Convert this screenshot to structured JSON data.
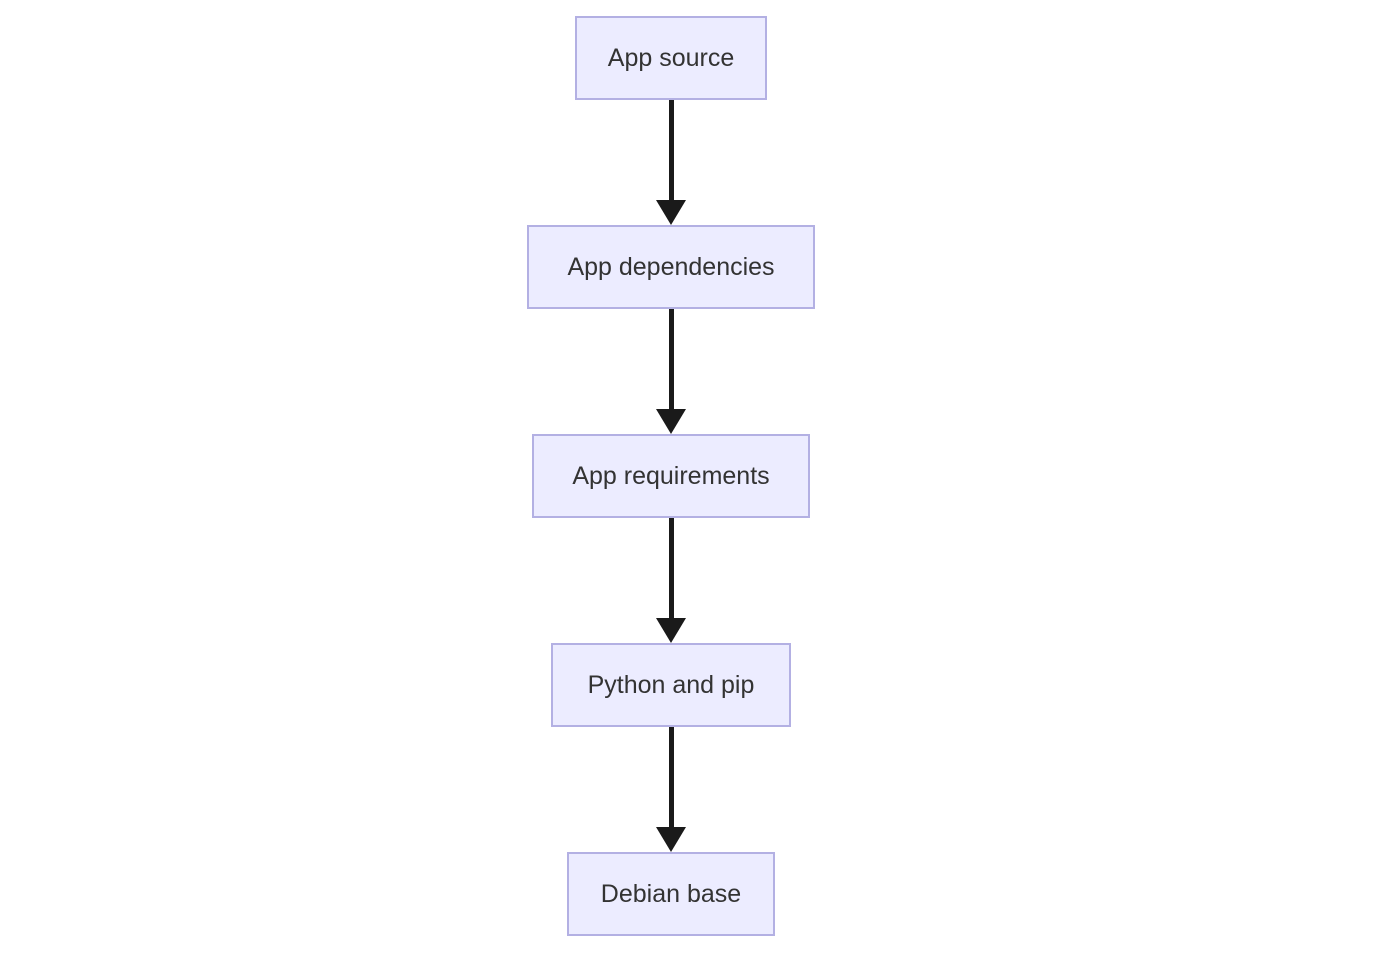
{
  "diagram": {
    "type": "flowchart",
    "direction": "top-down",
    "nodes": [
      {
        "id": "app-source",
        "label": "App source"
      },
      {
        "id": "app-dependencies",
        "label": "App dependencies"
      },
      {
        "id": "app-requirements",
        "label": "App requirements"
      },
      {
        "id": "python-and-pip",
        "label": "Python and pip"
      },
      {
        "id": "debian-base",
        "label": "Debian base"
      }
    ],
    "edges": [
      {
        "from": "app-source",
        "to": "app-dependencies"
      },
      {
        "from": "app-dependencies",
        "to": "app-requirements"
      },
      {
        "from": "app-requirements",
        "to": "python-and-pip"
      },
      {
        "from": "python-and-pip",
        "to": "debian-base"
      }
    ],
    "colors": {
      "node_fill": "#ECECFF",
      "node_border": "#B3B0E3",
      "node_text": "#333333",
      "arrow": "#1A1A1A",
      "background": "#FFFFFF"
    }
  }
}
